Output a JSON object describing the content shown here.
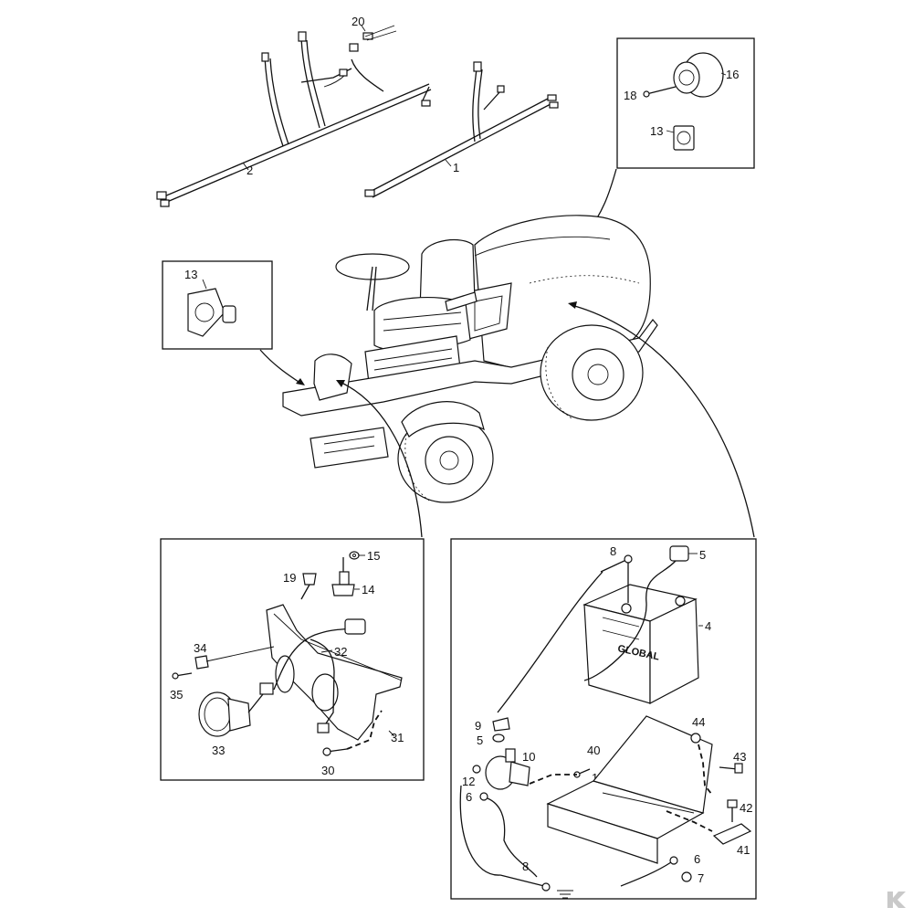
{
  "callouts": {
    "harness_1": "1",
    "harness_2": "2",
    "connector_20": "20",
    "socket_16": "16",
    "bolt_18": "18",
    "socket_13_top": "13",
    "socket_13_left": "13",
    "washer_15": "15",
    "plug_19": "19",
    "switch_14": "14",
    "clip_34": "34",
    "screw_35": "35",
    "harness_32": "32",
    "lamp_33": "33",
    "bracket_31": "31",
    "screw_30": "30",
    "cable_8_top": "8",
    "connector_5_top": "5",
    "battery_4": "4",
    "terminal_9": "9",
    "connector_5_mid": "5",
    "switch_10": "10",
    "bracket_40": "40",
    "screw_11": "11",
    "washer_12": "12",
    "nut_44": "44",
    "bolt_43": "43",
    "cable_6_left": "6",
    "bolt_42": "42",
    "clamp_41": "41",
    "cable_8_bottom": "8",
    "cable_6_bottom": "6",
    "nut_7": "7"
  },
  "battery_brand": "GLOBAL",
  "colors": {
    "line": "#111111",
    "logo": "#c9c9c9"
  }
}
